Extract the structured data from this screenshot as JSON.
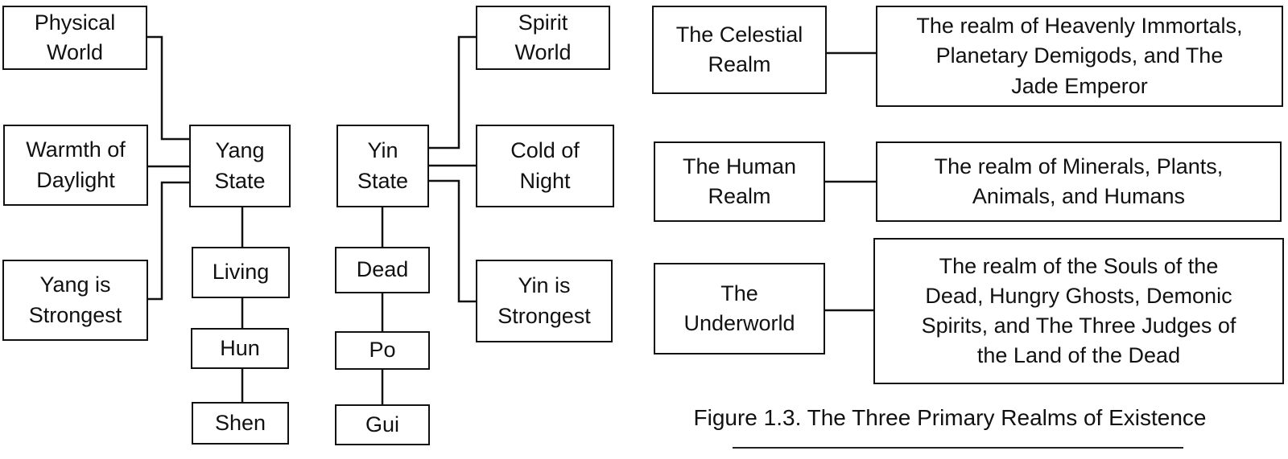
{
  "yang": {
    "physical_world": "Physical\nWorld",
    "warmth_of_daylight": "Warmth of\nDaylight",
    "yang_is_strongest": "Yang is\nStrongest",
    "yang_state": "Yang\nState",
    "living": "Living",
    "hun": "Hun",
    "shen": "Shen"
  },
  "yin": {
    "yin_state": "Yin\nState",
    "spirit_world": "Spirit\nWorld",
    "cold_of_night": "Cold of\nNight",
    "yin_is_strongest": "Yin is\nStrongest",
    "dead": "Dead",
    "po": "Po",
    "gui": "Gui"
  },
  "realms": [
    {
      "name": "The Celestial\nRealm",
      "description": "The realm of Heavenly Immortals,\nPlanetary Demigods, and The\nJade Emperor"
    },
    {
      "name": "The Human\nRealm",
      "description": "The realm of Minerals, Plants,\nAnimals, and Humans"
    },
    {
      "name": "The\nUnderworld",
      "description": "The realm of the Souls of the\nDead, Hungry Ghosts, Demonic\nSpirits, and The Three Judges of\nthe Land of the Dead"
    }
  ],
  "caption": "Figure 1.3. The Three Primary Realms of Existence"
}
